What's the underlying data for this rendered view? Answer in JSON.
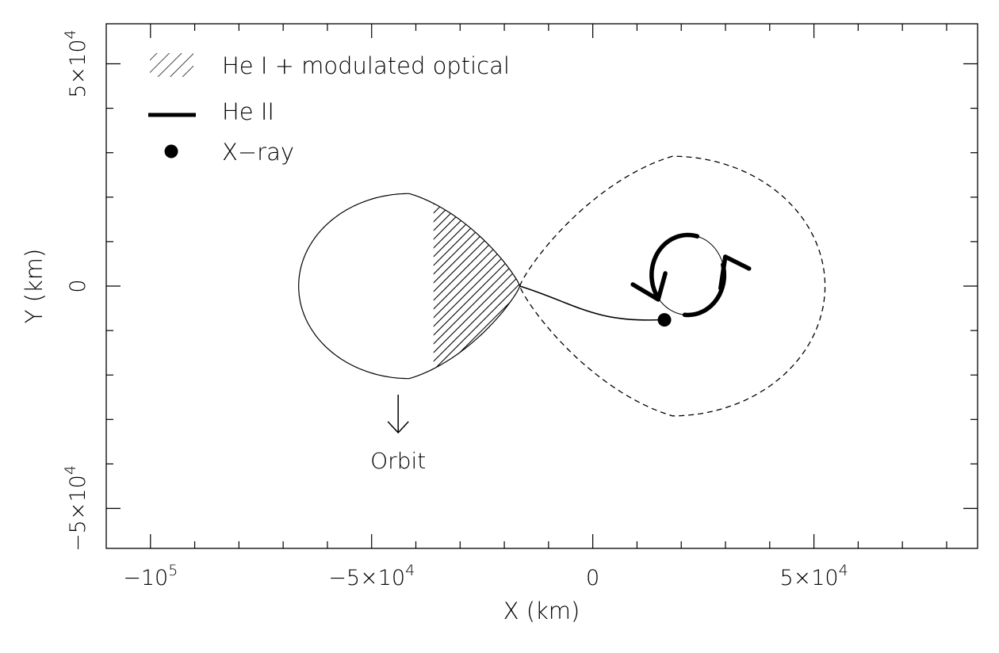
{
  "axes": {
    "xlabel": "X (km)",
    "ylabel": "Y (km)",
    "xlim": [
      -110000,
      87000
    ],
    "ylim": [
      -59000,
      59000
    ],
    "x_ticks": [
      {
        "value": -100000,
        "base": "−10",
        "exp": "5"
      },
      {
        "value": -50000,
        "base": "−5×10",
        "exp": "4"
      },
      {
        "value": 0,
        "base": "0",
        "exp": ""
      },
      {
        "value": 50000,
        "base": "5×10",
        "exp": "4"
      }
    ],
    "y_ticks": [
      {
        "value": -50000,
        "base": "−5×10",
        "exp": "4"
      },
      {
        "value": 0,
        "base": "0",
        "exp": ""
      },
      {
        "value": 50000,
        "base": "5×10",
        "exp": "4"
      }
    ]
  },
  "legend": {
    "items": [
      {
        "label": "He I + modulated optical",
        "kind": "hatch"
      },
      {
        "label": "He II",
        "kind": "thick-line"
      },
      {
        "label": "X−ray",
        "kind": "dot"
      }
    ]
  },
  "annotations": {
    "orbit_label": "Orbit"
  },
  "diagram": {
    "lagrange_point_x": -16500,
    "donor_lobe_left_x": -66500,
    "donor_lobe_radius_y": 20800,
    "accretor_lobe_right_x": 52500,
    "accretor_lobe_radius_y": 29200,
    "accretor_lobe_center_x": 22000,
    "hatch_boundary_x": -36000,
    "disk_center": [
      21500,
      2500
    ],
    "disk_radius_x": 8200,
    "disk_radius_y": 9000,
    "xray_point": [
      16200,
      -7600
    ],
    "orbit_arrow_x": -44000
  },
  "colors": {
    "ink": "#000000",
    "background": "#ffffff"
  }
}
